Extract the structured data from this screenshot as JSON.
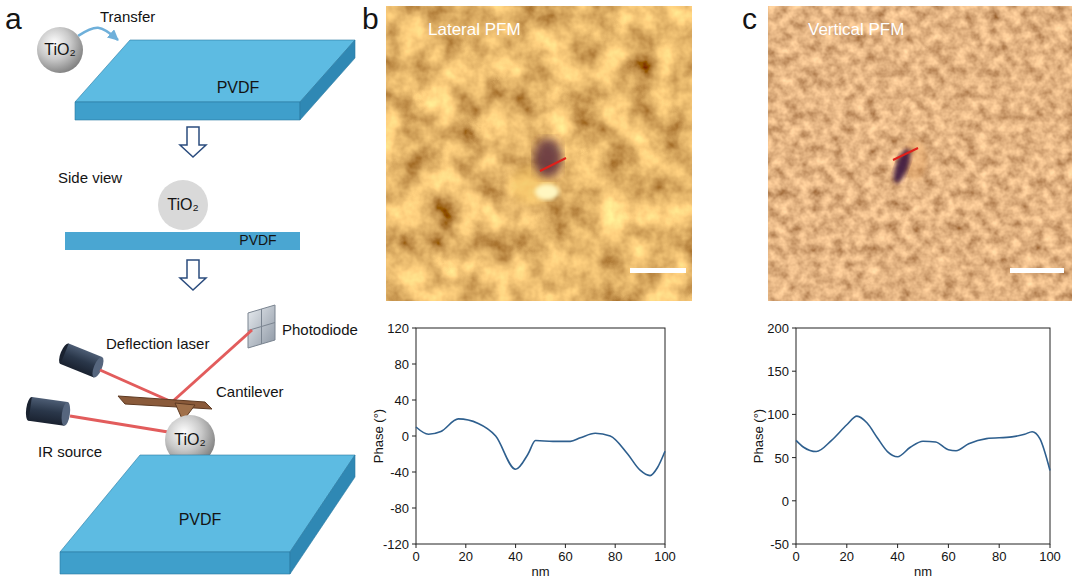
{
  "diagram": {
    "nodes": [
      {
        "text": [
          "TiO₂"
        ]
      },
      {
        "text": [
          "PVDF"
        ]
      },
      {
        "text": [
          "TiO₂"
        ]
      },
      {
        "text": [
          "PVDF"
        ]
      },
      {
        "text": [
          "TiO₂"
        ]
      },
      {
        "text": [
          "PVDF"
        ]
      }
    ],
    "edges": [
      {
        "from": 0,
        "to": 1,
        "arrow": "to",
        "label": "Transfer"
      }
    ],
    "labels": [
      "a",
      "Side view",
      "Deflection laser",
      "Photodiode",
      "Cantilever",
      "IR source",
      "b",
      "Lateral PFM",
      "120",
      "80",
      "40",
      "0",
      "-40",
      "-80",
      "-120",
      "0",
      "20",
      "40",
      "60",
      "80",
      "100",
      "nm",
      "Phase (°)",
      "c",
      "Vertical PFM",
      "200",
      "150",
      "100",
      "50",
      "0",
      "-50",
      "0",
      "20",
      "40",
      "60",
      "80",
      "100",
      "nm",
      "Phase (°)"
    ]
  }
}
